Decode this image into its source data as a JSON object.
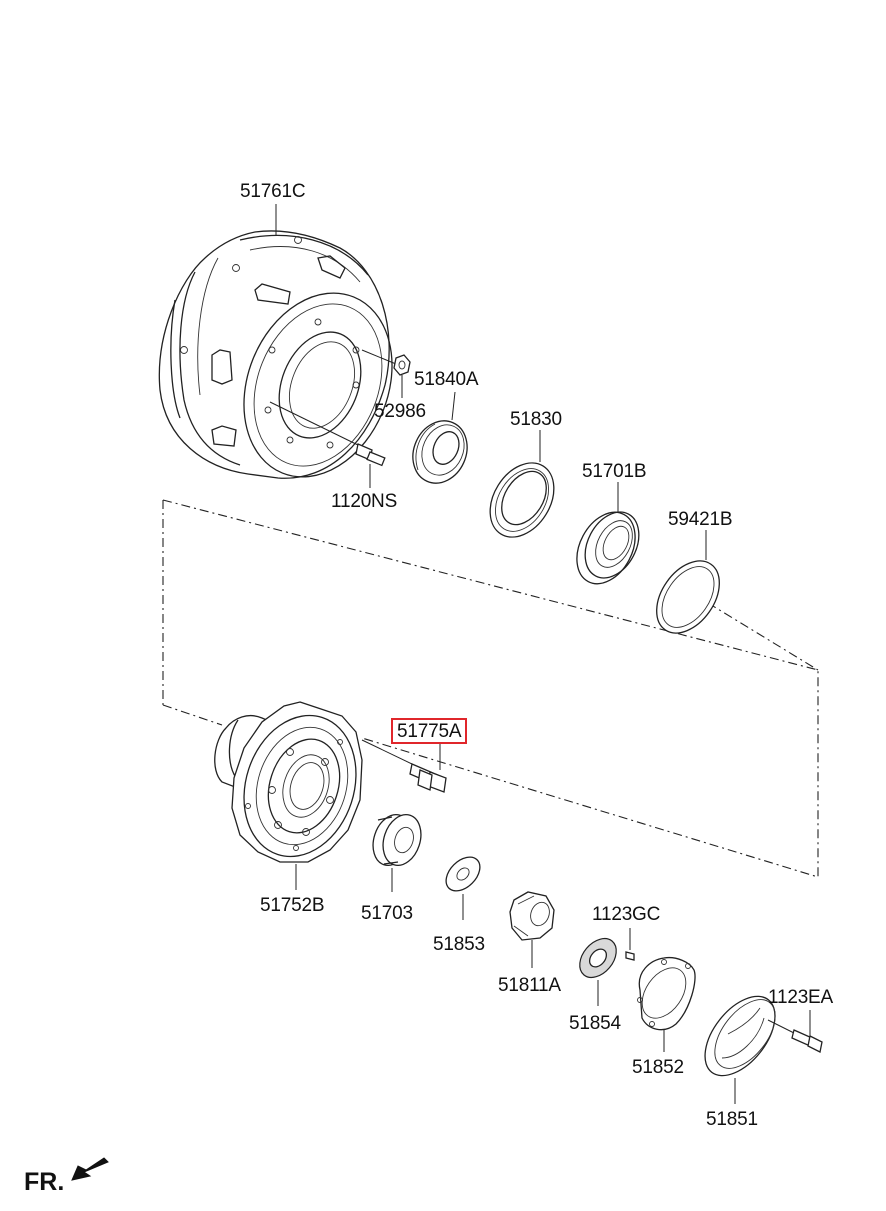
{
  "diagram": {
    "parts": [
      {
        "id": "51761C",
        "highlighted": false
      },
      {
        "id": "52986",
        "highlighted": false
      },
      {
        "id": "51840A",
        "highlighted": false
      },
      {
        "id": "1120NS",
        "highlighted": false
      },
      {
        "id": "51830",
        "highlighted": false
      },
      {
        "id": "51701B",
        "highlighted": false
      },
      {
        "id": "59421B",
        "highlighted": false
      },
      {
        "id": "51775A",
        "highlighted": true
      },
      {
        "id": "51752B",
        "highlighted": false
      },
      {
        "id": "51703",
        "highlighted": false
      },
      {
        "id": "51853",
        "highlighted": false
      },
      {
        "id": "51811A",
        "highlighted": false
      },
      {
        "id": "1123GC",
        "highlighted": false
      },
      {
        "id": "51854",
        "highlighted": false
      },
      {
        "id": "1123EA",
        "highlighted": false
      },
      {
        "id": "51852",
        "highlighted": false
      },
      {
        "id": "51851",
        "highlighted": false
      }
    ],
    "direction_label": "FR.",
    "highlight_color": "#e0262b",
    "direction_icon": "arrow-icon"
  }
}
